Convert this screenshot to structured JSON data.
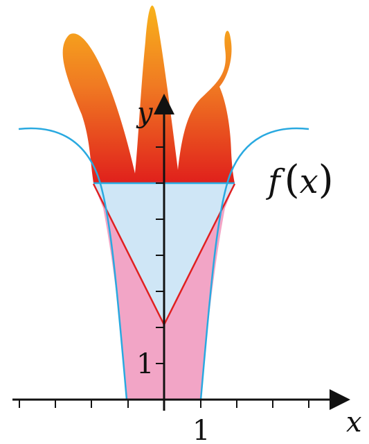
{
  "figure": {
    "x_axis_label": "x",
    "y_axis_label": "y",
    "function_label_f": "f",
    "function_label_open": "(",
    "function_label_var": "x",
    "function_label_close": ")",
    "x_tick_label": "1",
    "y_tick_label": "1"
  },
  "colors": {
    "curve": "#29a9e0",
    "v_line": "#e02020",
    "blue_fill": "#cfe6f6",
    "pink_fill": "#f2a5c6",
    "flame_top": "#f8b31b",
    "flame_mid": "#f07a22",
    "flame_bottom": "#e0201c",
    "axis": "#111111"
  }
}
